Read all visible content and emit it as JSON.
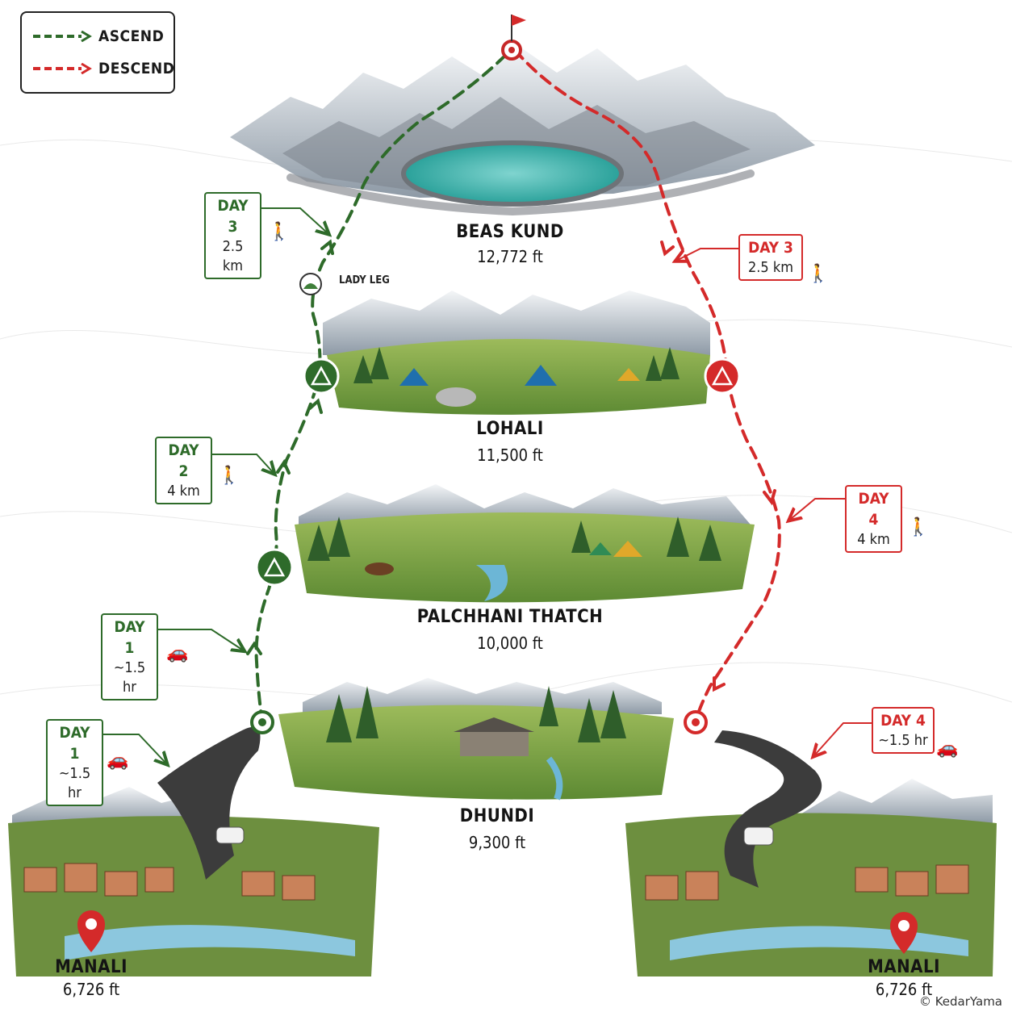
{
  "legend": {
    "ascend_label": "ASCEND",
    "descend_label": "DESCEND",
    "ascend_color": "#2e6b2a",
    "descend_color": "#d42a2a"
  },
  "places": {
    "beas_kund": {
      "name": "BEAS KUND",
      "altitude": "12,772 ft"
    },
    "lady_leg": {
      "name": "LADY LEG"
    },
    "lohali": {
      "name": "LOHALI",
      "altitude": "11,500 ft"
    },
    "palchhani": {
      "name": "PALCHHANI THATCH",
      "altitude": "10,000 ft"
    },
    "dhundi": {
      "name": "DHUNDI",
      "altitude": "9,300 ft"
    },
    "manali_left": {
      "name": "MANALI",
      "altitude": "6,726 ft"
    },
    "manali_right": {
      "name": "MANALI",
      "altitude": "6,726 ft"
    }
  },
  "stages": {
    "ascend_day1_road": {
      "day": "DAY 1",
      "value": "~1.5 hr",
      "mode_icon": "car-icon"
    },
    "ascend_day1_trek": {
      "day": "DAY 1",
      "value": "~1.5 hr",
      "mode_icon": "car-icon"
    },
    "ascend_day2": {
      "day": "DAY 2",
      "value": "4 km",
      "mode_icon": "hiker-icon"
    },
    "ascend_day3": {
      "day": "DAY 3",
      "value": "2.5 km",
      "mode_icon": "hiker-icon"
    },
    "descend_day3": {
      "day": "DAY 3",
      "value": "2.5 km",
      "mode_icon": "hiker-icon"
    },
    "descend_day4_trek": {
      "day": "DAY 4",
      "value": "4 km",
      "mode_icon": "hiker-icon"
    },
    "descend_day4_road": {
      "day": "DAY 4",
      "value": "~1.5 hr",
      "mode_icon": "car-icon"
    }
  },
  "credit": "© KedarYama"
}
